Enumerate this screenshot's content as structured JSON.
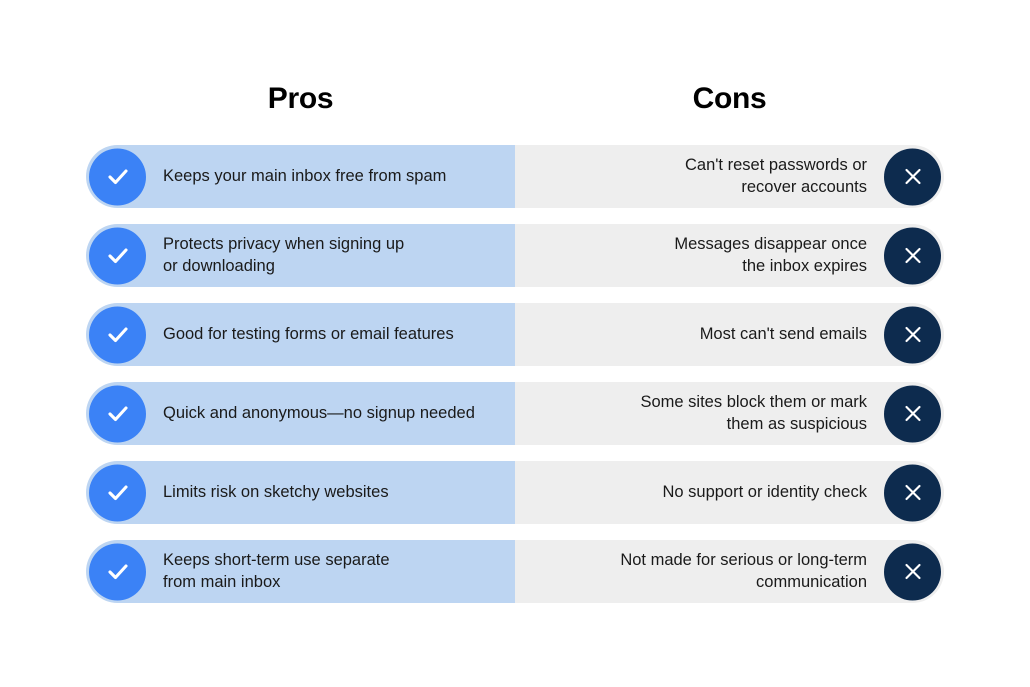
{
  "headers": {
    "pros": "Pros",
    "cons": "Cons"
  },
  "icons": {
    "check": "check-icon",
    "cross": "x-icon"
  },
  "colors": {
    "pro_pill_bg": "#bdd5f2",
    "con_pill_bg": "#eeeeee",
    "check_circle": "#3b82f6",
    "cross_circle": "#0d2b4e",
    "text": "#1a1a1a",
    "header_text": "#000000",
    "page_bg": "#ffffff"
  },
  "rows": [
    {
      "pro": "Keeps your main inbox free from spam",
      "con": "Can't reset passwords or\nrecover accounts"
    },
    {
      "pro": "Protects privacy when signing up\nor downloading",
      "con": "Messages disappear once\nthe inbox expires"
    },
    {
      "pro": "Good for testing forms or email features",
      "con": "Most can't send emails"
    },
    {
      "pro": "Quick and anonymous—no signup needed",
      "con": "Some sites block them or mark\nthem as suspicious"
    },
    {
      "pro": "Limits risk on sketchy websites",
      "con": "No support or identity check"
    },
    {
      "pro": "Keeps short-term use separate\nfrom main inbox",
      "con": "Not made for serious or long-term\ncommunication"
    }
  ]
}
